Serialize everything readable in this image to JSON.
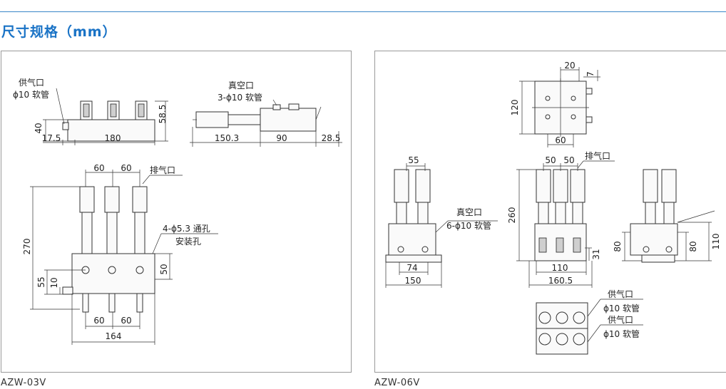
{
  "section_title": "尺寸规格（mm）",
  "left": {
    "caption": "AZW-03V",
    "labels": {
      "supply_port": "供气口",
      "supply_hose": "ϕ10 软管",
      "vacuum_port": "真空口",
      "vacuum_hose": "3-ϕ10 软管",
      "exhaust_port": "排气口",
      "mount_holes": "4-ϕ5.3 通孔",
      "mount_holes_2": "安装孔"
    },
    "dims": {
      "d40": "40",
      "d58_5": "58.5",
      "d17_5": "17.5",
      "d180": "180",
      "d150_3": "150.3",
      "d90": "90",
      "d28_5": "28.5",
      "top60a": "60",
      "top60b": "60",
      "d270": "270",
      "d55": "55",
      "d10": "10",
      "d50": "50",
      "bot60a": "60",
      "bot60b": "60",
      "d164": "164"
    }
  },
  "right": {
    "caption": "AZW-06V",
    "labels": {
      "exhaust_port": "排气口",
      "vacuum_port": "真空口",
      "vacuum_hose": "6-ϕ10 软管",
      "supply_port_1": "供气口",
      "supply_hose_1": "ϕ10 软管",
      "supply_port_2": "供气口",
      "supply_hose_2": "ϕ10 软管"
    },
    "dims": {
      "d20": "20",
      "d7": "7",
      "d120": "120",
      "d60": "60",
      "d55": "55",
      "d50a": "50",
      "d50b": "50",
      "d260": "260",
      "d74": "74",
      "d150": "150",
      "d110": "110",
      "d31": "31",
      "d160_5": "160.5",
      "d80a": "80",
      "d80b": "80",
      "d110b": "110"
    }
  }
}
